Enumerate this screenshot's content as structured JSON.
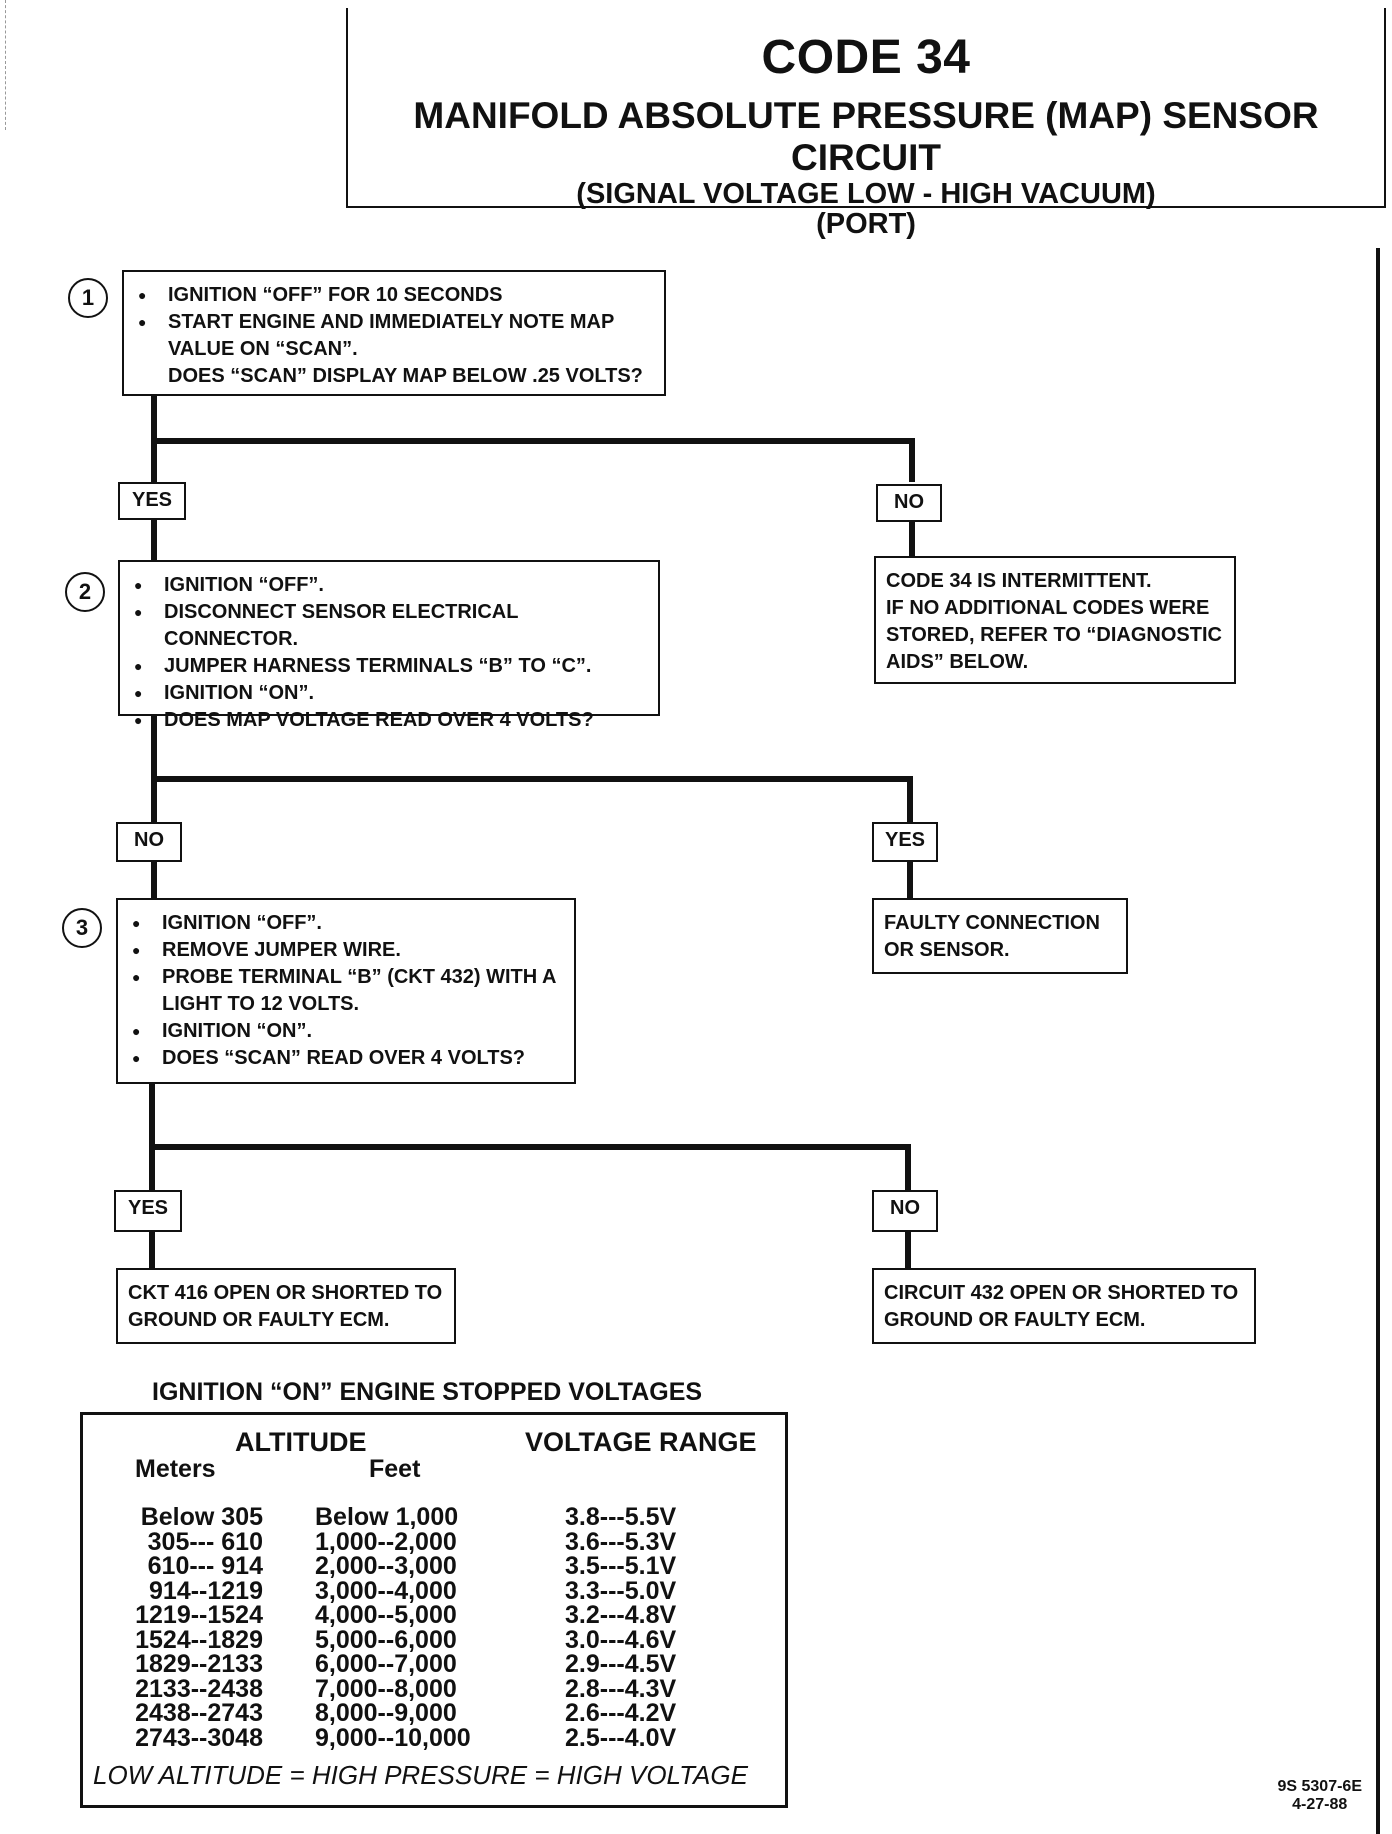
{
  "header": {
    "code": "CODE 34",
    "title": "MANIFOLD ABSOLUTE PRESSURE (MAP) SENSOR CIRCUIT",
    "subtitle1": "(SIGNAL VOLTAGE LOW - HIGH VACUUM)",
    "subtitle2": "(PORT)"
  },
  "steps": [
    {
      "num": "1",
      "lines": [
        {
          "bullet": true,
          "text": "IGNITION “OFF” FOR 10 SECONDS"
        },
        {
          "bullet": true,
          "text": "START ENGINE AND IMMEDIATELY NOTE MAP"
        },
        {
          "bullet": false,
          "text": "VALUE ON “SCAN”."
        },
        {
          "bullet": false,
          "text": "DOES “SCAN” DISPLAY MAP BELOW .25 VOLTS?"
        }
      ]
    },
    {
      "num": "2",
      "lines": [
        {
          "bullet": true,
          "text": "IGNITION “OFF”."
        },
        {
          "bullet": true,
          "text": "DISCONNECT SENSOR ELECTRICAL CONNECTOR."
        },
        {
          "bullet": true,
          "text": "JUMPER HARNESS TERMINALS “B” TO “C”."
        },
        {
          "bullet": true,
          "text": "IGNITION “ON”."
        },
        {
          "bullet": true,
          "text": "DOES MAP VOLTAGE READ OVER 4 VOLTS?"
        }
      ]
    },
    {
      "num": "3",
      "lines": [
        {
          "bullet": true,
          "text": "IGNITION “OFF”."
        },
        {
          "bullet": true,
          "text": "REMOVE JUMPER WIRE."
        },
        {
          "bullet": true,
          "text": "PROBE TERMINAL “B” (CKT 432) WITH A"
        },
        {
          "bullet": false,
          "text": "LIGHT TO 12 VOLTS."
        },
        {
          "bullet": true,
          "text": "IGNITION “ON”."
        },
        {
          "bullet": true,
          "text": "DOES “SCAN” READ OVER 4 VOLTS?"
        }
      ]
    }
  ],
  "branch_labels": {
    "s1_left": "YES",
    "s1_right": "NO",
    "s2_left": "NO",
    "s2_right": "YES",
    "s3_left": "YES",
    "s3_right": "NO"
  },
  "results": {
    "s1_no": [
      "CODE 34 IS INTERMITTENT.",
      "IF NO ADDITIONAL CODES WERE",
      "STORED, REFER TO “DIAGNOSTIC",
      "AIDS”  BELOW."
    ],
    "s2_yes": [
      "FAULTY CONNECTION",
      "OR SENSOR."
    ],
    "s3_yes": [
      "CKT 416 OPEN OR SHORTED TO",
      "GROUND OR FAULTY ECM."
    ],
    "s3_no": [
      "CIRCUIT 432 OPEN OR SHORTED TO",
      "GROUND OR FAULTY ECM."
    ]
  },
  "table": {
    "title": "IGNITION “ON” ENGINE STOPPED VOLTAGES",
    "altitude_header": "ALTITUDE",
    "voltage_header": "VOLTAGE RANGE",
    "meters_header": "Meters",
    "feet_header": "Feet",
    "meters": [
      "Below 305",
      "305--- 610",
      "610--- 914",
      "914--1219",
      "1219--1524",
      "1524--1829",
      "1829--2133",
      "2133--2438",
      "2438--2743",
      "2743--3048"
    ],
    "feet": [
      "Below 1,000",
      "1,000--2,000",
      "2,000--3,000",
      "3,000--4,000",
      "4,000--5,000",
      "5,000--6,000",
      "6,000--7,000",
      "7,000--8,000",
      "8,000--9,000",
      "9,000--10,000"
    ],
    "voltage": [
      "3.8---5.5V",
      "3.6---5.3V",
      "3.5---5.1V",
      "3.3---5.0V",
      "3.2---4.8V",
      "3.0---4.6V",
      "2.9---4.5V",
      "2.8---4.3V",
      "2.6---4.2V",
      "2.5---4.0V"
    ],
    "footer": "LOW ALTITUDE  =  HIGH PRESSURE  =  HIGH VOLTAGE"
  },
  "reference": {
    "code": "9S 5307-6E",
    "date": "4-27-88"
  }
}
